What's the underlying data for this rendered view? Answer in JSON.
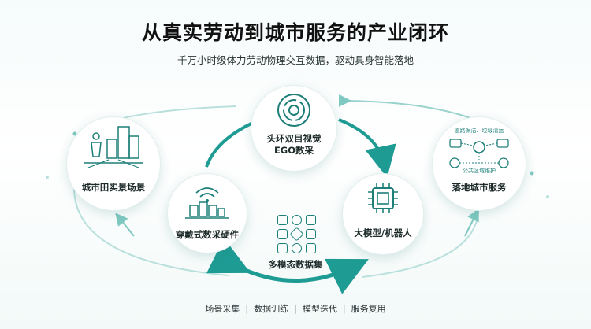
{
  "header": {
    "title": "从真实劳动到城市服务的产业闭环",
    "subtitle": "千万小时级体力劳动物理交互数据，驱动具身智能落地"
  },
  "nodes": {
    "ego": {
      "label_line1": "头环双目视觉",
      "label_line2": "EGO数采"
    },
    "city_scene": {
      "label": "城市田实景场景"
    },
    "wearable": {
      "label": "穿戴式数采硬件"
    },
    "model": {
      "label": "大模型/机器人"
    },
    "service": {
      "label": "落地城市服务",
      "inner_tag_left": "道路保洁、垃圾清运",
      "inner_tag_bottom": "公共区域维护"
    }
  },
  "center": {
    "label": "多模态数据集"
  },
  "footer": {
    "items": [
      "场景采集",
      "数据训练",
      "模型迭代",
      "服务复用"
    ],
    "separator": "|"
  },
  "colors": {
    "accent": "#1e9c94",
    "accent_dark": "#1e7f79",
    "title": "#111111"
  }
}
